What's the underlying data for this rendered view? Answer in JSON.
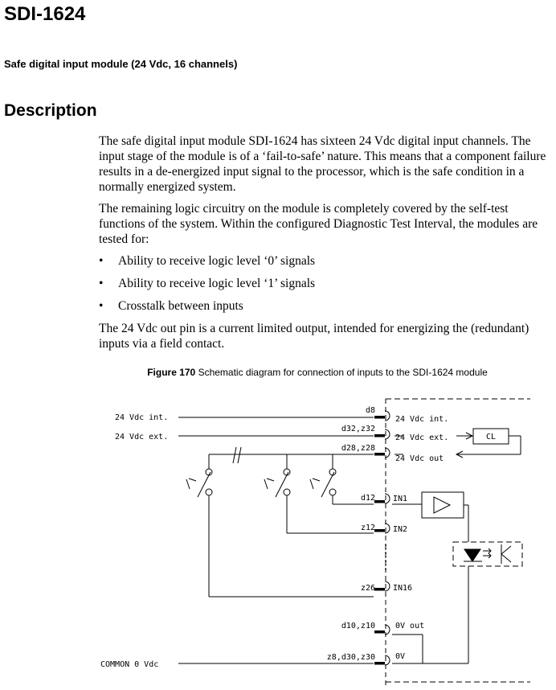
{
  "title": "SDI-1624",
  "subtitle": "Safe digital input module (24 Vdc, 16 channels)",
  "section_heading": "Description",
  "paragraphs": {
    "p1": "The safe digital input module SDI-1624 has sixteen 24 Vdc digital input channels. The input stage of the module is of a ‘fail-to-safe’ nature. This means that a component failure results in a de-energized input signal to the processor, which is the safe condition in a normally energized system.",
    "p2": "The remaining logic circuitry on the module is completely covered by the self-test functions of the system. Within the configured Diagnostic Test Interval, the modules are tested for:",
    "p3": "The 24 Vdc out pin is a current limited output, intended for energizing the (redundant) inputs via a field contact."
  },
  "bullets": [
    "Ability to receive logic level ‘0’ signals",
    "Ability to receive logic level ‘1’ signals",
    "Crosstalk between inputs"
  ],
  "figure": {
    "number": "Figure 170",
    "caption": "Schematic diagram for connection of inputs to the SDI-1624 module"
  },
  "diagram": {
    "supply_labels": {
      "int": "24 Vdc int.",
      "ext": "24 Vdc ext.",
      "common": "COMMON 0 Vdc"
    },
    "pin_labels": {
      "d8": "d8",
      "d32z32": "d32,z32",
      "d28z28": "d28,z28",
      "d12": "d12",
      "z12": "z12",
      "z26": "z26",
      "d10z10": "d10,z10",
      "z8d30z30": "z8,d30,z30"
    },
    "module_labels": {
      "int": "24 Vdc int.",
      "ext": "24 Vdc ext.",
      "out": "24 Vdc out",
      "in1": "IN1",
      "in2": "IN2",
      "in16": "IN16",
      "ov_out": "0V out",
      "ov": "0V",
      "cl": "CL"
    }
  }
}
